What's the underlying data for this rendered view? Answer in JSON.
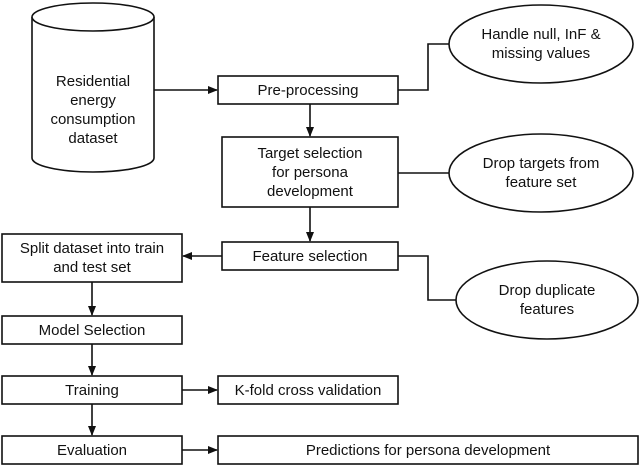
{
  "diagram": {
    "dataset": {
      "line1": "Residential",
      "line2": "energy",
      "line3": "consumption",
      "line4": "dataset"
    },
    "preprocessing": "Pre-processing",
    "target_selection": {
      "line1": "Target selection",
      "line2": "for persona",
      "line3": "development"
    },
    "feature_selection": "Feature selection",
    "split_dataset": {
      "line1": "Split dataset into train",
      "line2": "and test set"
    },
    "model_selection": "Model Selection",
    "training": "Training",
    "evaluation": "Evaluation",
    "kfold": "K-fold cross validation",
    "predictions": "Predictions for persona development",
    "handle_null": {
      "line1": "Handle null, InF &",
      "line2": "missing values"
    },
    "drop_targets": {
      "line1": "Drop targets from",
      "line2": "feature set"
    },
    "drop_duplicates": {
      "line1": "Drop duplicate",
      "line2": "features"
    }
  }
}
